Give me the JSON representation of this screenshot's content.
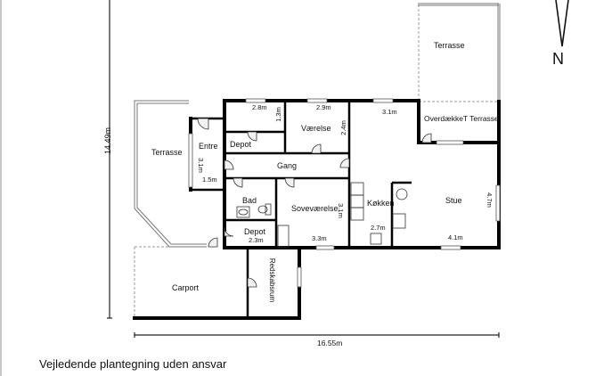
{
  "plan": {
    "caption": "Vejledende plantegning uden ansvar",
    "north_label": "N",
    "overall_width": "16.55m",
    "overall_height": "14.49m",
    "rooms": {
      "terrasse_left": "Terrasse",
      "terrasse_top": "Terrasse",
      "overdaekket_terrasse": "OverdækkeT Terrasse",
      "entre": "Entre",
      "depot_top": "Depot",
      "vaerelse": "Værelse",
      "gang": "Gang",
      "bad": "Bad",
      "depot_bottom": "Depot",
      "sovevaerelse": "Soveværelse",
      "koekken": "Køkken",
      "stue": "Stue",
      "carport": "Carport",
      "redskabsrum": "Redskabsrum"
    },
    "dimensions": {
      "depot_top_w": "2.8m",
      "depot_top_h": "1.3m",
      "vaerelse_w": "2.9m",
      "vaerelse_h": "2.4m",
      "stue_top_w": "3.1m",
      "entre_h": "3.1m",
      "entre_w": "1.5m",
      "sovevaerelse_h": "3.1m",
      "sovevaerelse_w": "3.3m",
      "depot_bottom_w": "2.3m",
      "koekken_w": "2.7m",
      "stue_w": "4.1m",
      "stue_h": "4.7m"
    }
  }
}
